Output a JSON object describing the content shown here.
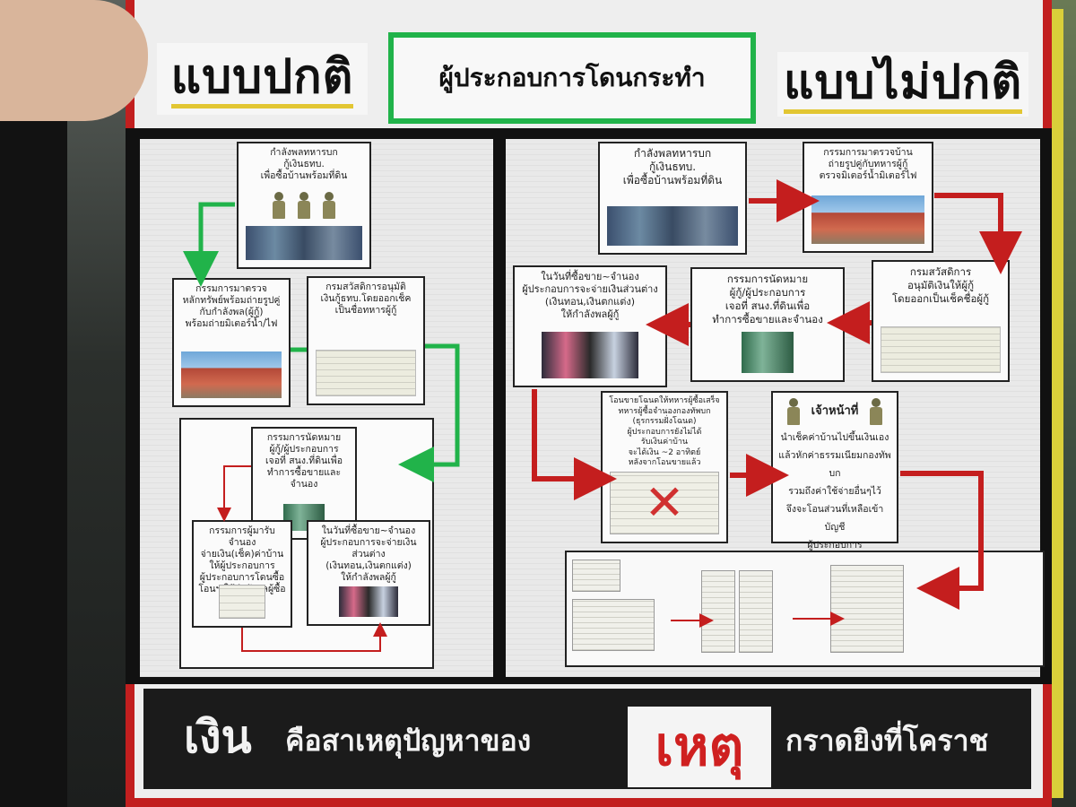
{
  "header": {
    "left_title": "แบบปกติ",
    "center_title": "ผู้ประกอบการโดนกระทำ",
    "right_title": "แบบไม่ปกติ"
  },
  "normal_flow": {
    "step1": "กำลังพลทหารบก\nกู้เงินธทบ.\nเพื่อซื้อบ้านพร้อมที่ดิน",
    "step2": "กรรมการมาตรวจ\nหลักทรัพย์พร้อมถ่ายรูปคู่\nกับกำลังพล(ผู้กู้)\nพร้อมถ่ายมิเตอร์น้ำ/ไฟ",
    "step3": "กรมสวัสดิการอนุมัติ\nเงินกู้ธทบ.โดยออกเช็ค\nเป็นชื่อทหารผู้กู้",
    "step4": "กรรมการนัดหมาย\nผู้กู้/ผู้ประกอบการ\nเจอที่ สนง.ที่ดินเพื่อ\nทำการซื้อขายและจำนอง",
    "step5": "กรรมการผู้มารับจำนอง\nจ่ายเงิน(เช็ค)ค่าบ้าน\nให้ผู้ประกอบการ\nผู้ประกอบการโดนซื้อ\nโอนฯ ให้กำลังพลผู้ซื้อ",
    "step6": "ในวันที่ซื้อขาย~จำนอง\nผู้ประกอบการจะจ่ายเงินส่วนต่าง\n(เงินทอน,เงินตกแต่ง)\nให้กำลังพลผู้กู้"
  },
  "abnormal_flow": {
    "step1": "กำลังพลทหารบก\nกู้เงินธทบ.\nเพื่อซื้อบ้านพร้อมที่ดิน",
    "step2": "กรรมการมาตรวจบ้าน\nถ่ายรูปคู่กับทหารผู้กู้\nตรวจมิเตอร์น้ำมิเตอร์ไฟ",
    "step3": "กรมสวัสดิการ\nอนุมัติเงินให้ผู้กู้\nโดยออกเป็นเช็คชื่อผู้กู้",
    "step4": "กรรมการนัดหมาย\nผู้กู้/ผู้ประกอบการ\nเจอที่ สนง.ที่ดินเพื่อ\nทำการซื้อขายและจำนอง",
    "step5": "ในวันที่ซื้อขาย~จำนอง\nผู้ประกอบการจะจ่ายเงินส่วนต่าง\n(เงินทอน,เงินตกแต่ง)\nให้กำลังพลผู้กู้",
    "step6": "โอนขายโฉนดให้ทหารผู้ซื้อเสร็จ\nทหารผู้ซื้อจำนองกองทัพบก\n(ธุรกรรมฝั่งโฉนด)\nผู้ประกอบการยังไม่ได้\nรับเงินค่าบ้าน\nจะได้เงิน ~2 อาทิตย์\nหลังจากโอนขายแล้ว",
    "step7_title": "เจ้าหน้าที่",
    "step7": "นำเช็คค่าบ้านไปขึ้นเงินเอง\nแล้วหักค่าธรรมเนียมกองทัพบก\nรวมถึงค่าใช้จ่ายอื่นๆไว้\nจึงจะโอนส่วนที่เหลือเข้าบัญชี\nผู้ประกอบการ"
  },
  "footer": {
    "part1": "เงิน",
    "part2": "คือสาเหตุปัญหาของ",
    "part3": "เหตุ",
    "part4": "กราดยิงที่โคราช"
  },
  "colors": {
    "board_red": "#c21f1f",
    "header_green": "#21b34a",
    "normal_arrow": "#21b34a",
    "abnormal_arrow": "#c41e1e",
    "underline_yellow": "#e2c632"
  },
  "icons": {
    "soldier": "soldier-icon",
    "cross": "x-mark-icon"
  }
}
